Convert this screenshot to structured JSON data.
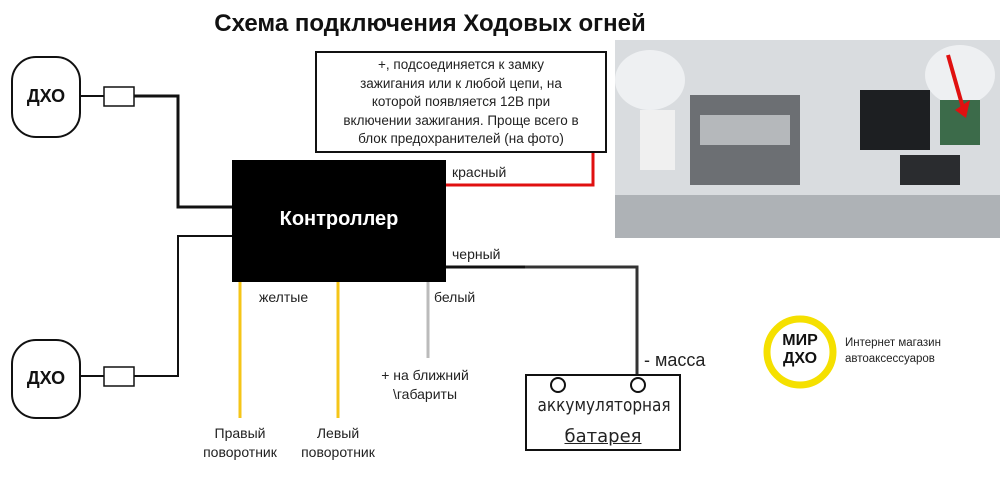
{
  "title": "Схема подключения Ходовых огней",
  "drl_top": "ДХО",
  "drl_bottom": "ДХО",
  "controller": "Контроллер",
  "info_box": [
    "+, подсоединяется к замку",
    "зажигания или к любой цепи, на",
    "которой появляется 12В при",
    "включении зажигания. Проще всего в",
    "блок предохранителей (на фото)"
  ],
  "wires": {
    "red": "красный",
    "black": "черный",
    "white": "белый",
    "yellow": "желтые"
  },
  "white_target": [
    "+ на ближний",
    "\\габариты"
  ],
  "right_turn": [
    "Правый",
    "поворотник"
  ],
  "left_turn": [
    "Левый",
    "поворотник"
  ],
  "ground": "- масса",
  "battery": {
    "line1": "аккумуляторная",
    "line2": "батарея",
    "plus": "+",
    "minus": "-"
  },
  "logo": {
    "line1": "МИР",
    "line2": "ДХО",
    "tag1": "Интернет магазин",
    "tag2": "автоаксессуаров"
  },
  "colors": {
    "red": "#e01010",
    "yellow": "#f5c518",
    "white_wire": "#bbbbbb",
    "black": "#111111"
  }
}
